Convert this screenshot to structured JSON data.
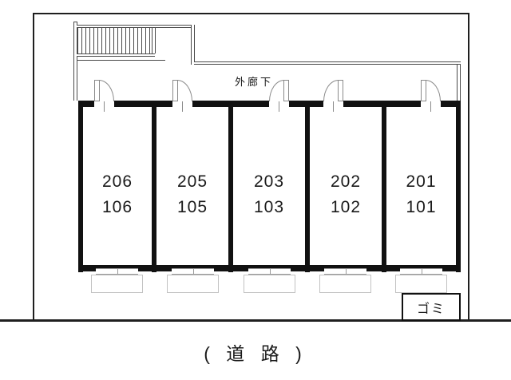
{
  "building": {
    "corridor_label": "外廊下",
    "rooms": [
      {
        "upper": "206",
        "lower": "106"
      },
      {
        "upper": "205",
        "lower": "105"
      },
      {
        "upper": "203",
        "lower": "103"
      },
      {
        "upper": "202",
        "lower": "102"
      },
      {
        "upper": "201",
        "lower": "101"
      }
    ],
    "garbage_label": "ゴミ"
  },
  "road_label": "( 道 路 )",
  "colors": {
    "thick_wall": "#111111",
    "thin_line": "#4a4a4a",
    "door_line": "#8a8a8a",
    "window_line": "#9a9a9a",
    "balcony_line": "#c2c2c2",
    "background": "#ffffff"
  }
}
